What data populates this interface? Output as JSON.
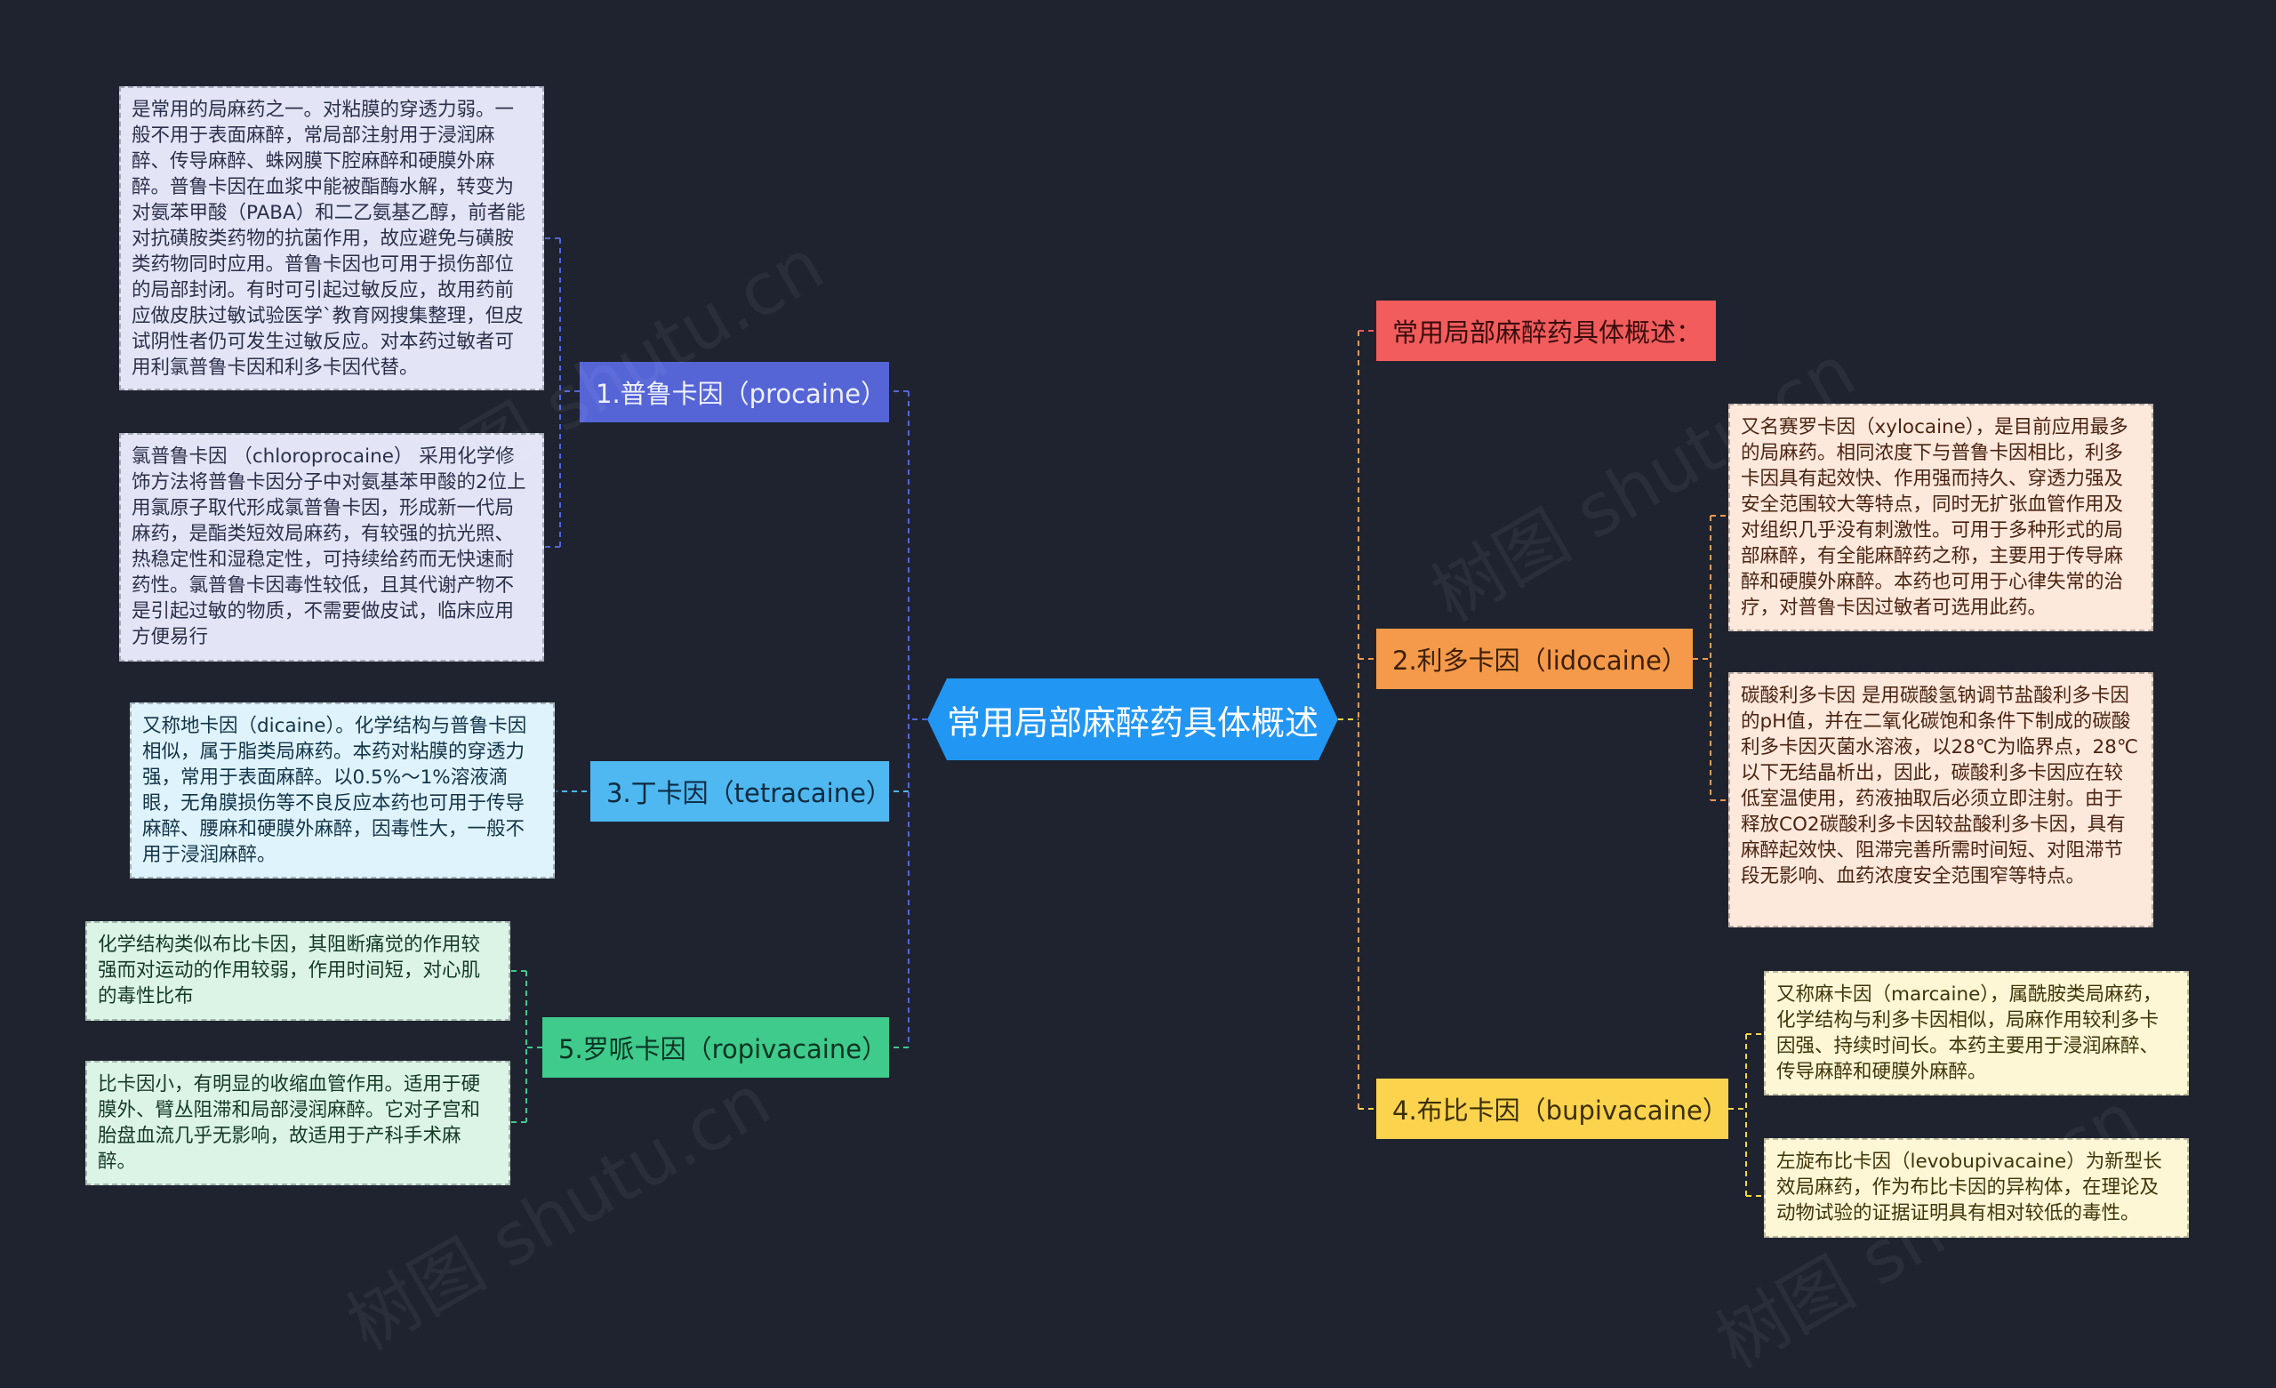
{
  "center": {
    "title": "常用局部麻醉药具体概述"
  },
  "branches": {
    "intro": {
      "label": "常用局部麻醉药具体概述："
    },
    "procaine": {
      "label": "1.普鲁卡因（procaine）",
      "notes": [
        "是常用的局麻药之一。对粘膜的穿透力弱。一般不用于表面麻醉，常局部注射用于浸润麻醉、传导麻醉、蛛网膜下腔麻醉和硬膜外麻醉。普鲁卡因在血浆中能被酯酶水解，转变为对氨苯甲酸（PABA）和二乙氨基乙醇，前者能对抗磺胺类药物的抗菌作用，故应避免与磺胺类药物同时应用。普鲁卡因也可用于损伤部位的局部封闭。有时可引起过敏反应，故用药前应做皮肤过敏试验医学`教育网搜集整理，但皮试阴性者仍可发生过敏反应。对本药过敏者可用利氯普鲁卡因和利多卡因代替。",
        "氯普鲁卡因 （chloroprocaine） 采用化学修饰方法将普鲁卡因分子中对氨基苯甲酸的2位上用氯原子取代形成氯普鲁卡因，形成新一代局麻药，是酯类短效局麻药，有较强的抗光照、热稳定性和湿稳定性，可持续给药而无快速耐药性。氯普鲁卡因毒性较低，且其代谢产物不是引起过敏的物质，不需要做皮试，临床应用方便易行"
      ]
    },
    "tetracaine": {
      "label": "3.丁卡因（tetracaine）",
      "notes": [
        "又称地卡因（dicaine）。化学结构与普鲁卡因相似，属于脂类局麻药。本药对粘膜的穿透力强，常用于表面麻醉。以0.5%～1%溶液滴眼，无角膜损伤等不良反应本药也可用于传导麻醉、腰麻和硬膜外麻醉，因毒性大，一般不用于浸润麻醉。"
      ]
    },
    "ropivacaine": {
      "label": "5.罗哌卡因（ropivacaine）",
      "notes": [
        "化学结构类似布比卡因，其阻断痛觉的作用较强而对运动的作用较弱，作用时间短，对心肌的毒性比布",
        "比卡因小，有明显的收缩血管作用。适用于硬膜外、臂丛阻滞和局部浸润麻醉。它对子宫和胎盘血流几乎无影响，故适用于产科手术麻醉。"
      ]
    },
    "lidocaine": {
      "label": "2.利多卡因（lidocaine）",
      "notes": [
        "又名赛罗卡因（xylocaine），是目前应用最多的局麻药。相同浓度下与普鲁卡因相比，利多卡因具有起效快、作用强而持久、穿透力强及安全范围较大等特点，同时无扩张血管作用及对组织几乎没有刺激性。可用于多种形式的局部麻醉，有全能麻醉药之称，主要用于传导麻醉和硬膜外麻醉。本药也可用于心律失常的治疗，对普鲁卡因过敏者可选用此药。",
        "碳酸利多卡因 是用碳酸氢钠调节盐酸利多卡因的pH值，并在二氧化碳饱和条件下制成的碳酸利多卡因灭菌水溶液，以28℃为临界点，28℃以下无结晶析出，因此，碳酸利多卡因应在较低室温使用，药液抽取后必须立即注射。由于释放CO2碳酸利多卡因较盐酸利多卡因，具有麻醉起效快、阻滞完善所需时间短、对阻滞节段无影响、血药浓度安全范围窄等特点。"
      ]
    },
    "bupivacaine": {
      "label": "4.布比卡因（bupivacaine）",
      "notes": [
        "又称麻卡因（marcaine），属酰胺类局麻药，化学结构与利多卡因相似，局麻作用较利多卡因强、持续时间长。本药主要用于浸润麻醉、传导麻醉和硬膜外麻醉。",
        "左旋布比卡因（levobupivacaine）为新型长效局麻药，作为布比卡因的异构体，在理论及动物试验的证据证明具有相对较低的毒性。"
      ]
    }
  },
  "watermark": "树图 shutu.cn",
  "colors": {
    "background": "#1f2330",
    "center": "#2196f3",
    "intro": "#f25c5c",
    "procaine": "#5565d6",
    "tetracaine": "#4fb8f0",
    "ropivacaine": "#3ecb8c",
    "lidocaine": "#f59a4a",
    "bupivacaine": "#fcd34d"
  }
}
